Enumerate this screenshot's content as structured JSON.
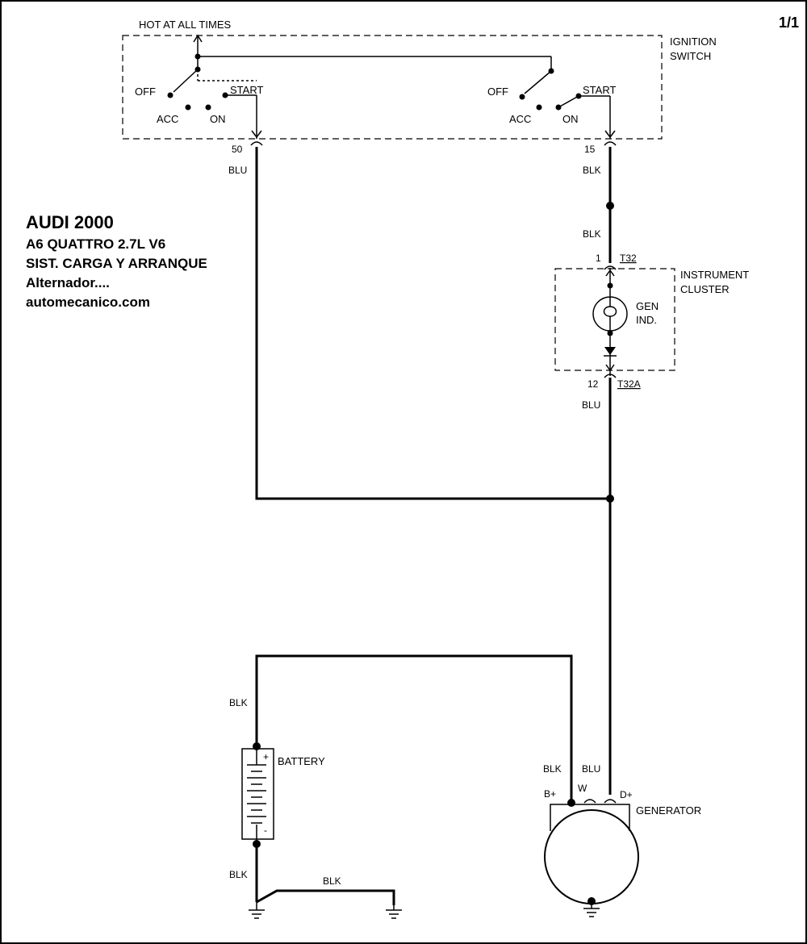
{
  "page_number": "1/1",
  "title_block": {
    "line1": "AUDI  2000",
    "line2": "A6 QUATTRO  2.7L  V6",
    "line3": "SIST. CARGA Y ARRANQUE",
    "line4": "Alternador....",
    "line5": "automecanico.com"
  },
  "ignition_switch": {
    "supply_label": "HOT AT ALL TIMES",
    "name_line1": "IGNITION",
    "name_line2": "SWITCH",
    "left": {
      "off": "OFF",
      "acc": "ACC",
      "on": "ON",
      "start": "START"
    },
    "right": {
      "off": "OFF",
      "acc": "ACC",
      "on": "ON",
      "start": "START"
    },
    "terminal_left": "50",
    "terminal_right": "15"
  },
  "wires": {
    "w50": "BLU",
    "w15": "BLK",
    "w15b": "BLK",
    "wd_plus": "BLU",
    "batt_pos": "BLK",
    "batt_neg": "BLK",
    "ground_link": "BLK",
    "gen_bplus": "BLK",
    "gen_dplus": "BLU"
  },
  "instrument_cluster": {
    "name_line1": "INSTRUMENT",
    "name_line2": "CLUSTER",
    "in_pin": "1",
    "in_connector": "T32",
    "out_pin": "12",
    "out_connector": "T32A",
    "lamp_line1": "GEN",
    "lamp_line2": "IND."
  },
  "battery": {
    "label": "BATTERY",
    "plus": "+",
    "minus": "-"
  },
  "generator": {
    "label": "GENERATOR",
    "b_plus": "B+",
    "w": "W",
    "d_plus": "D+"
  }
}
